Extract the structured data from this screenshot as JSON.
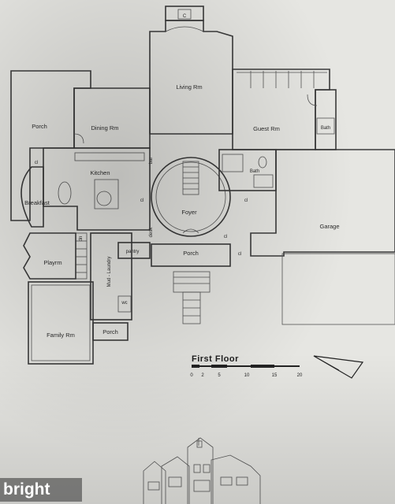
{
  "plan": {
    "title": "First Floor",
    "scale_ticks": [
      "0",
      "2",
      "5",
      "10",
      "15",
      "20"
    ],
    "rooms": {
      "living": "Living Rm",
      "porch_left": "Porch",
      "dining": "Dining Rm",
      "guest": "Guest Rm",
      "bath_top": "Bath",
      "kitchen": "Kitchen",
      "breakfast": "Breakfast",
      "foyer": "Foyer",
      "bath_mid": "Bath",
      "garage": "Garage",
      "playrm": "Playrm",
      "mud_laundry": "Mud - Laundry",
      "pantry": "pantry",
      "desk": "desk",
      "bar": "bar",
      "porch_front": "Porch",
      "family": "Family Rm",
      "porch_back": "Porch",
      "wc": "wc",
      "cl1": "cl",
      "cl2": "cl",
      "cl3": "cl",
      "cl4": "cl",
      "cl5": "cl",
      "dn": "dn"
    }
  },
  "watermark": {
    "text": "bright"
  },
  "colors": {
    "paper": "#e6e6e2",
    "ink": "#3a3a3a"
  }
}
